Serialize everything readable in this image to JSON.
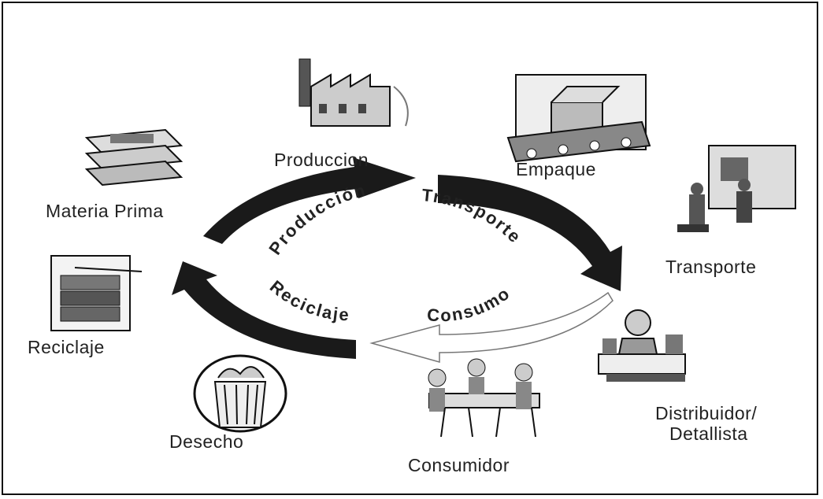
{
  "stages": {
    "production": "Produccion",
    "packaging": "Empaque",
    "transport": "Transporte",
    "distributor_line1": "Distribuidor/",
    "distributor_line2": "Detallista",
    "consumer": "Consumidor",
    "waste": "Desecho",
    "recycling": "Reciclaje",
    "raw_material": "Materia Prima"
  },
  "cycle": {
    "production": "Producción",
    "transport": "Transporte",
    "consumption": "Consumo",
    "recycling": "Reciclaje"
  },
  "colors": {
    "arrow_dark": "#1a1a1a",
    "arrow_light": "#ffffff",
    "ink": "#222222"
  },
  "icons": [
    "factory-icon",
    "box-on-conveyor-icon",
    "truck-loading-icon",
    "shopkeeper-icon",
    "people-at-table-icon",
    "trash-can-icon",
    "recycling-bales-icon",
    "paper-stack-icon"
  ]
}
